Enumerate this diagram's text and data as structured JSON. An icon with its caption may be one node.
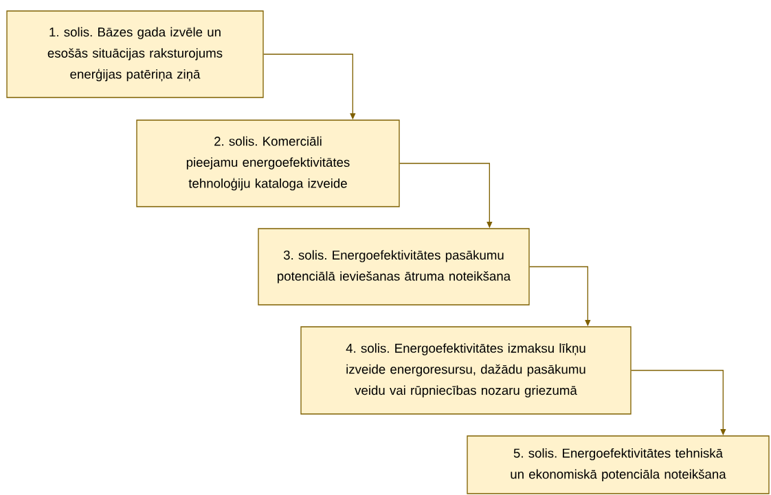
{
  "diagram": {
    "nodes": [
      {
        "text": [
          "1. solis. Bāzes gada izvēle un esošās situācijas raksturojums enerģijas patēriņa ziņā"
        ]
      },
      {
        "text": [
          "2. solis. Komerciāli pieejamu energoefektivitātes tehnoloģiju kataloga izveide"
        ]
      },
      {
        "text": [
          "3. solis. Energoefektivitātes pasākumu potenciālā ieviešanas ātruma noteikšana"
        ]
      },
      {
        "text": [
          "4. solis. Energoefektivitātes izmaksu līkņu izveide energoresursu, dažādu pasākumu veidu vai rūpniecības nozaru griezumā"
        ]
      },
      {
        "text": [
          "5. solis. Energoefektivitātes tehniskā un ekonomiskā potenciāla noteikšana"
        ]
      }
    ],
    "edges": [
      {
        "from": 0,
        "to": 1,
        "arrow": "to"
      },
      {
        "from": 1,
        "to": 2,
        "arrow": "to"
      },
      {
        "from": 2,
        "to": 3,
        "arrow": "to"
      },
      {
        "from": 3,
        "to": 4,
        "arrow": "to"
      }
    ]
  }
}
